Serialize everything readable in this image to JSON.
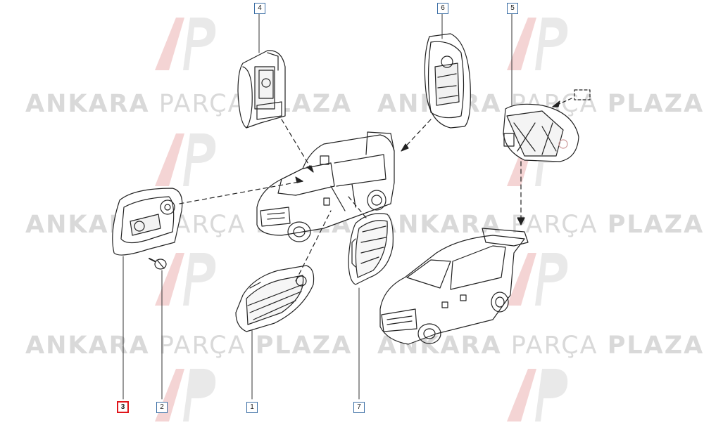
{
  "watermark": {
    "word_a": "ANKARA",
    "word_b": "PARÇA",
    "word_c": "PLAZA",
    "logo_name": "ap-logo-watermark"
  },
  "callouts": {
    "c1": "1",
    "c2": "2",
    "c3": "3",
    "c4": "4",
    "c5": "5",
    "c6": "6",
    "c7": "7"
  },
  "selected_callout": "3",
  "colors": {
    "accent_selected": "#e0161b",
    "callout_border": "#3b6ea5",
    "line": "#222222",
    "watermark": "#d9d9d9",
    "logo_red": "#f3c9c9"
  }
}
